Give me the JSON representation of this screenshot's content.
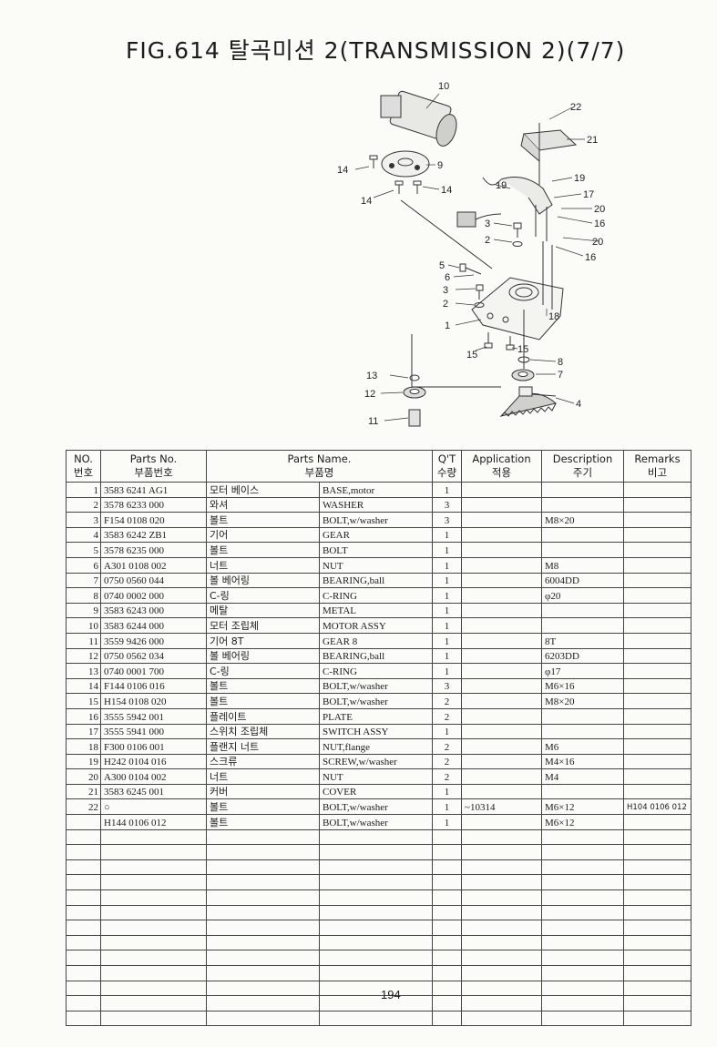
{
  "title": "FIG.614 탈곡미션 2(TRANSMISSION 2)(7/7)",
  "diagram_callouts": [
    "10",
    "22",
    "21",
    "9",
    "14",
    "14",
    "14",
    "19",
    "19",
    "17",
    "20",
    "16",
    "3",
    "2",
    "20",
    "16",
    "5",
    "6",
    "3",
    "2",
    "1",
    "18",
    "15",
    "15",
    "8",
    "7",
    "13",
    "12",
    "4",
    "11"
  ],
  "table": {
    "headers": {
      "no": "NO.",
      "no_kr": "번호",
      "parts_no": "Parts No.",
      "parts_no_kr": "부품번호",
      "parts_name": "Parts Name.",
      "parts_name_kr": "부품명",
      "qty": "Q'T",
      "qty_kr": "수량",
      "application": "Application",
      "application_kr": "적용",
      "description": "Description",
      "description_kr": "주기",
      "remarks": "Remarks",
      "remarks_kr": "비고"
    },
    "rows": [
      {
        "no": "1",
        "part": "3583 6241 AG1",
        "kr": "모터 베이스",
        "en": "BASE,motor",
        "qty": "1",
        "app": "",
        "desc": "",
        "rem": ""
      },
      {
        "no": "2",
        "part": "3578 6233 000",
        "kr": "와셔",
        "en": "WASHER",
        "qty": "3",
        "app": "",
        "desc": "",
        "rem": ""
      },
      {
        "no": "3",
        "part": "F154 0108 020",
        "kr": "볼트",
        "en": "BOLT,w/washer",
        "qty": "3",
        "app": "",
        "desc": "M8×20",
        "rem": ""
      },
      {
        "no": "4",
        "part": "3583 6242 ZB1",
        "kr": "기어",
        "en": "GEAR",
        "qty": "1",
        "app": "",
        "desc": "",
        "rem": ""
      },
      {
        "no": "5",
        "part": "3578 6235 000",
        "kr": "볼트",
        "en": "BOLT",
        "qty": "1",
        "app": "",
        "desc": "",
        "rem": ""
      },
      {
        "no": "6",
        "part": "A301 0108 002",
        "kr": "너트",
        "en": "NUT",
        "qty": "1",
        "app": "",
        "desc": "M8",
        "rem": ""
      },
      {
        "no": "7",
        "part": "0750 0560 044",
        "kr": "볼 베어링",
        "en": "BEARING,ball",
        "qty": "1",
        "app": "",
        "desc": "6004DD",
        "rem": ""
      },
      {
        "no": "8",
        "part": "0740 0002 000",
        "kr": "C-링",
        "en": "C-RING",
        "qty": "1",
        "app": "",
        "desc": "φ20",
        "rem": ""
      },
      {
        "no": "9",
        "part": "3583 6243 000",
        "kr": "메탈",
        "en": "METAL",
        "qty": "1",
        "app": "",
        "desc": "",
        "rem": ""
      },
      {
        "no": "10",
        "part": "3583 6244 000",
        "kr": "모터 조립체",
        "en": "MOTOR ASSY",
        "qty": "1",
        "app": "",
        "desc": "",
        "rem": ""
      },
      {
        "no": "11",
        "part": "3559 9426 000",
        "kr": "기어 8T",
        "en": "GEAR 8",
        "qty": "1",
        "app": "",
        "desc": "8T",
        "rem": ""
      },
      {
        "no": "12",
        "part": "0750 0562 034",
        "kr": "볼 베어링",
        "en": "BEARING,ball",
        "qty": "1",
        "app": "",
        "desc": "6203DD",
        "rem": ""
      },
      {
        "no": "13",
        "part": "0740 0001 700",
        "kr": "C-링",
        "en": "C-RING",
        "qty": "1",
        "app": "",
        "desc": "φ17",
        "rem": ""
      },
      {
        "no": "14",
        "part": "F144 0106 016",
        "kr": "볼트",
        "en": "BOLT,w/washer",
        "qty": "3",
        "app": "",
        "desc": "M6×16",
        "rem": ""
      },
      {
        "no": "15",
        "part": "H154 0108 020",
        "kr": "볼트",
        "en": "BOLT,w/washer",
        "qty": "2",
        "app": "",
        "desc": "M8×20",
        "rem": ""
      },
      {
        "no": "16",
        "part": "3555 5942 001",
        "kr": "플레이트",
        "en": "PLATE",
        "qty": "2",
        "app": "",
        "desc": "",
        "rem": ""
      },
      {
        "no": "17",
        "part": "3555 5941 000",
        "kr": "스위치 조립체",
        "en": "SWITCH ASSY",
        "qty": "1",
        "app": "",
        "desc": "",
        "rem": ""
      },
      {
        "no": "18",
        "part": "F300 0106 001",
        "kr": "플랜지 너트",
        "en": "NUT,flange",
        "qty": "2",
        "app": "",
        "desc": "M6",
        "rem": ""
      },
      {
        "no": "19",
        "part": "H242 0104 016",
        "kr": "스크류",
        "en": "SCREW,w/washer",
        "qty": "2",
        "app": "",
        "desc": "M4×16",
        "rem": ""
      },
      {
        "no": "20",
        "part": "A300 0104 002",
        "kr": "너트",
        "en": "NUT",
        "qty": "2",
        "app": "",
        "desc": "M4",
        "rem": ""
      },
      {
        "no": "21",
        "part": "3583 6245 001",
        "kr": "커버",
        "en": "COVER",
        "qty": "1",
        "app": "",
        "desc": "",
        "rem": ""
      },
      {
        "no": "22",
        "part": "○",
        "kr": "볼트",
        "en": "BOLT,w/washer",
        "qty": "1",
        "app": "~10314",
        "desc": "M6×12",
        "rem": "H104 0106 012"
      },
      {
        "no": "",
        "part": "H144 0106 012",
        "kr": "볼트",
        "en": "BOLT,w/washer",
        "qty": "1",
        "app": "",
        "desc": "M6×12",
        "rem": ""
      }
    ],
    "empty_rows": 13
  },
  "page_number": "194"
}
